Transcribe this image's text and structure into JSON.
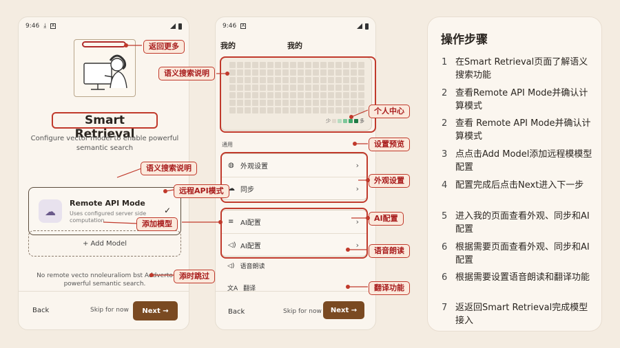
{
  "phone1": {
    "time": "9:46",
    "app_title": "Smart Retrieval",
    "subtitle": "Configure vector model to enable powerful semantic search",
    "mode_title": "Remote API Mode",
    "mode_desc": "Uses configured server side computation",
    "add_model": "+ Add Model",
    "note": "No remote vecto nnoleuraliom bst Addverto powerful semantic search.",
    "back": "Back",
    "skip": "Skip for now",
    "next": "Next →"
  },
  "phone2": {
    "time": "9:46",
    "title_left": "我的",
    "title_right": "我的",
    "legend_less": "少",
    "legend_more": "多",
    "section_label": "通用",
    "rows": {
      "appearance": "外观设置",
      "sync": "同步",
      "ai_config_1": "AI配置",
      "ai_config_2": "AI配置",
      "tts": "语音朗读",
      "translate": "翻译"
    },
    "back": "Back",
    "skip": "Skip for now",
    "next": "Next →"
  },
  "annotations": {
    "back_more": "返回更多",
    "semantic_desc": "语义搜索说明",
    "semantic_desc_2": "语义搜索说明",
    "remote_mode": "远程API模式",
    "add_model": "添加模型",
    "skip_now": "添时跳过",
    "profile": "个人中心",
    "presets": "设置预览",
    "appearance": "外观设置",
    "ai_config": "AI配置",
    "tts": "语音朗读",
    "translate": "翻译功能"
  },
  "steps": {
    "title": "操作步骤",
    "items": [
      {
        "num": "1",
        "text": "在Smart Retrieval页面了解语义搜索功能"
      },
      {
        "num": "2",
        "text": "查看Remote API Mode并确认计算模式"
      },
      {
        "num": "2",
        "text": "查看 Remote API Mode并确认计算模式"
      },
      {
        "num": "3",
        "text": "点点击Add Model添加远程模模型配置"
      },
      {
        "num": "4",
        "text": "配置完成后点击Next进入下一步"
      },
      {
        "num": "5",
        "text": "进入我的页面查看外观、同步和AI配置"
      },
      {
        "num": "6",
        "text": "根据需要页面查看外观、同步和AI配置"
      },
      {
        "num": "6",
        "text": "根据需要设置语音朗读和翻译功能"
      },
      {
        "num": "7",
        "text": "返返回Smart Retrieval完成模型接入"
      }
    ]
  },
  "colors": {
    "accent_red": "#c0392b",
    "button_brown": "#7a4a22",
    "green_scale": [
      "#e0d8cc",
      "#b7dcc0",
      "#7fc79a",
      "#3fa86a",
      "#1f7a45"
    ]
  }
}
